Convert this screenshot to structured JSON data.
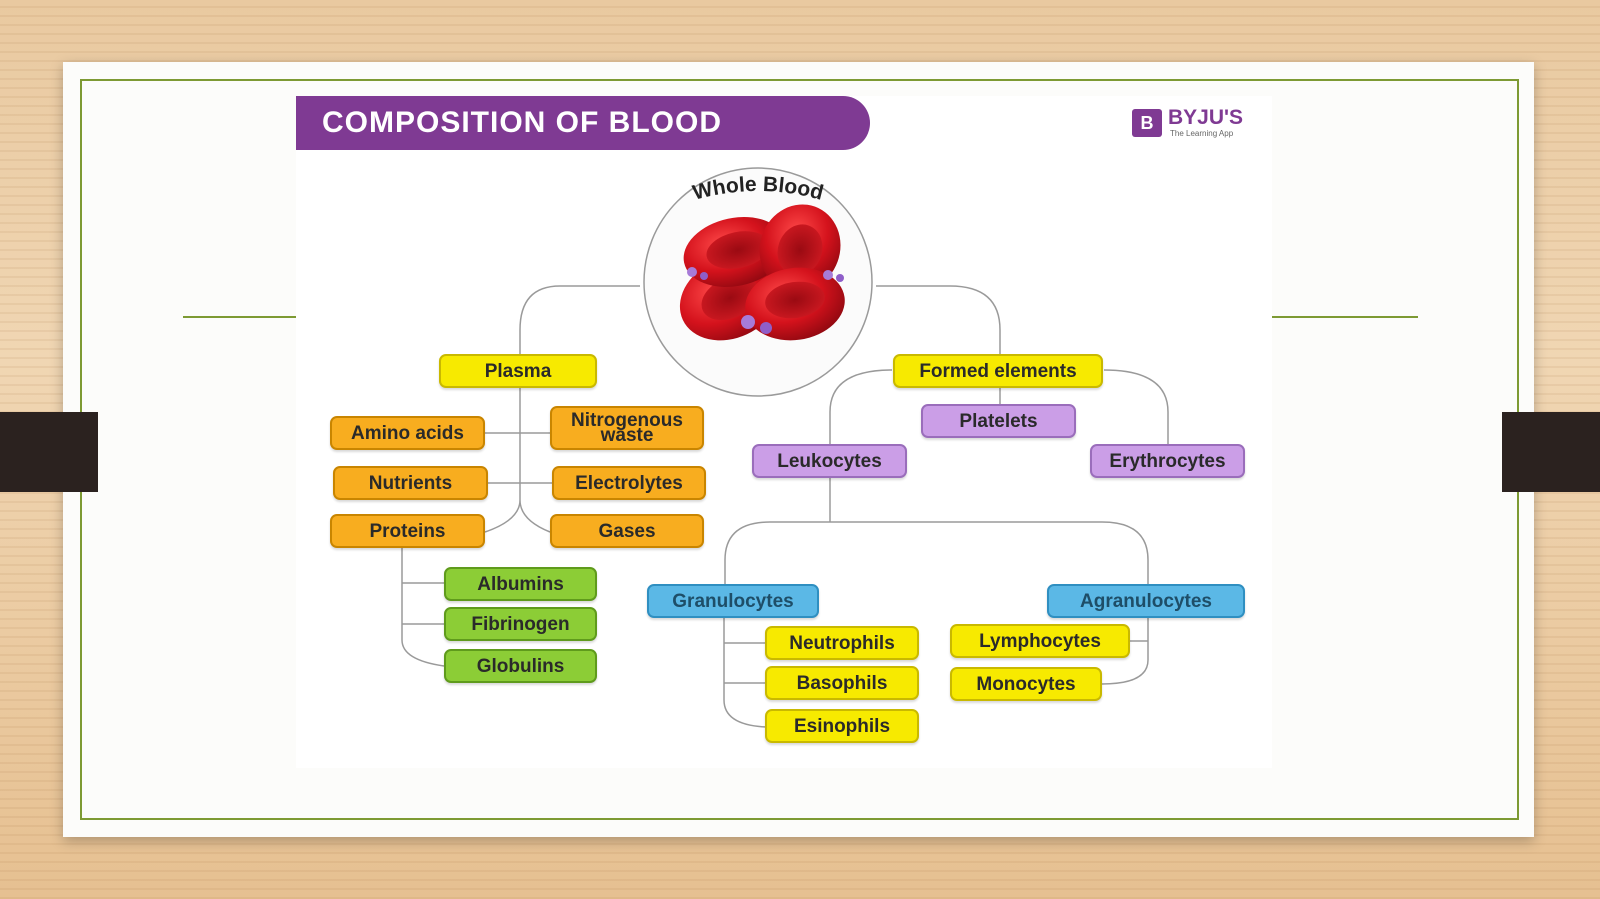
{
  "title": "COMPOSITION OF BLOOD",
  "brand": {
    "mark": "B",
    "name": "BYJU'S",
    "tagline": "The Learning App"
  },
  "root_label": "Whole Blood",
  "nodes": {
    "plasma": "Plasma",
    "formed_elements": "Formed elements",
    "amino_acids": "Amino acids",
    "nitrogenous_waste": "Nitrogenous waste",
    "nutrients": "Nutrients",
    "electrolytes": "Electrolytes",
    "proteins": "Proteins",
    "gases": "Gases",
    "albumins": "Albumins",
    "fibrinogen": "Fibrinogen",
    "globulins": "Globulins",
    "platelets": "Platelets",
    "leukocytes": "Leukocytes",
    "erythrocytes": "Erythrocytes",
    "granulocytes": "Granulocytes",
    "agranulocytes": "Agranulocytes",
    "neutrophils": "Neutrophils",
    "basophils": "Basophils",
    "esinophils": "Esinophils",
    "lymphocytes": "Lymphocytes",
    "monocytes": "Monocytes"
  },
  "colors": {
    "banner": "#7f3a93",
    "frame": "#7d9a33",
    "yellow": "#f7ea00",
    "orange": "#f8ad1f",
    "green": "#8ccd36",
    "violet": "#cb9ee7",
    "blue": "#5bb8e6",
    "blood_cell": "#c8101a"
  }
}
